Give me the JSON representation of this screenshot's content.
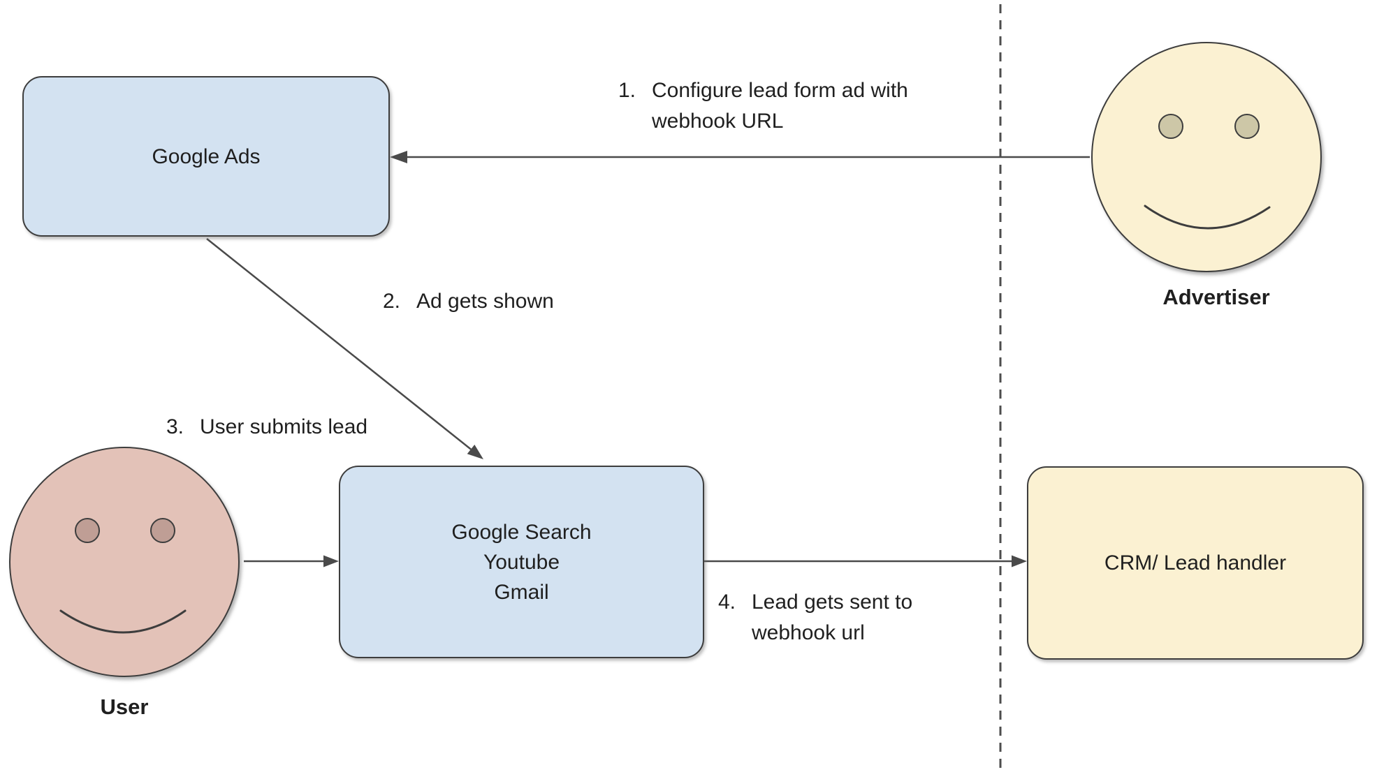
{
  "diagram": {
    "nodes": {
      "google_ads": {
        "label": "Google Ads"
      },
      "platforms": {
        "lines": [
          "Google Search",
          "Youtube",
          "Gmail"
        ]
      },
      "crm": {
        "label": "CRM/ Lead handler"
      },
      "advertiser": {
        "label": "Advertiser"
      },
      "user": {
        "label": "User"
      }
    },
    "annotations": [
      {
        "num": "1.",
        "lines": [
          "Configure lead form ad with",
          "webhook URL"
        ]
      },
      {
        "num": "2.",
        "lines": [
          "Ad gets shown"
        ]
      },
      {
        "num": "3.",
        "lines": [
          "User submits lead"
        ]
      },
      {
        "num": "4.",
        "lines": [
          "Lead gets sent to",
          "webhook url"
        ]
      }
    ],
    "edges": [
      {
        "from": "advertiser",
        "to": "google_ads",
        "step": "1"
      },
      {
        "from": "google_ads",
        "to": "platforms",
        "step": "2"
      },
      {
        "from": "user",
        "to": "platforms",
        "step": "3"
      },
      {
        "from": "platforms",
        "to": "crm",
        "step": "4"
      }
    ],
    "colors": {
      "box_blue": "#d3e2f1",
      "box_yellow": "#fbf1d2",
      "face_pink": "#e3c2b8",
      "eye_tan": "#cdc7a7",
      "eye_mauve": "#bf9e95",
      "stroke": "#3d3d3d",
      "arrow": "#4a4a4a",
      "text": "#1f1f1f",
      "background": "#ffffff"
    }
  }
}
